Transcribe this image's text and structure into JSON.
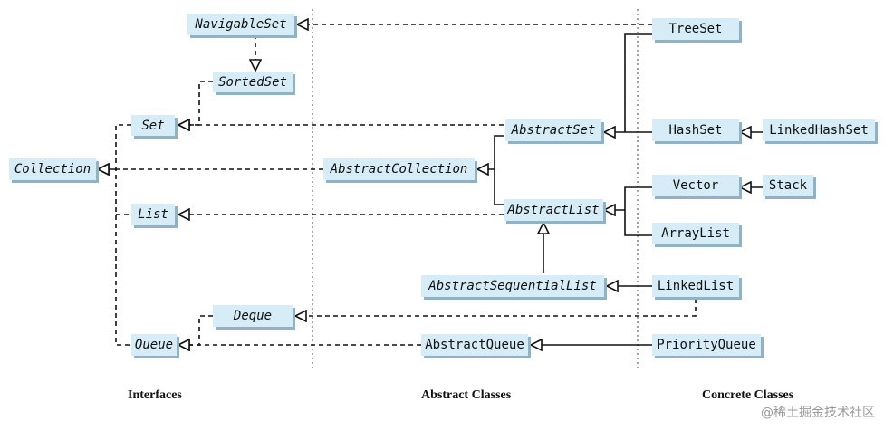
{
  "columns": {
    "interfaces": "Interfaces",
    "abstract": "Abstract Classes",
    "concrete": "Concrete Classes"
  },
  "nodes": {
    "navigableset": "NavigableSet",
    "sortedset": "SortedSet",
    "set": "Set",
    "collection": "Collection",
    "list": "List",
    "deque": "Deque",
    "queue": "Queue",
    "abstractset": "AbstractSet",
    "abstractcollection": "AbstractCollection",
    "abstractlist": "AbstractList",
    "abstractsequentiallist": "AbstractSequentialList",
    "abstractqueue": "AbstractQueue",
    "treeset": "TreeSet",
    "hashset": "HashSet",
    "linkedhashset": "LinkedHashSet",
    "vector": "Vector",
    "stack": "Stack",
    "arraylist": "ArrayList",
    "linkedlist": "LinkedList",
    "priorityqueue": "PriorityQueue"
  },
  "watermark": "@稀土掘金技术社区"
}
